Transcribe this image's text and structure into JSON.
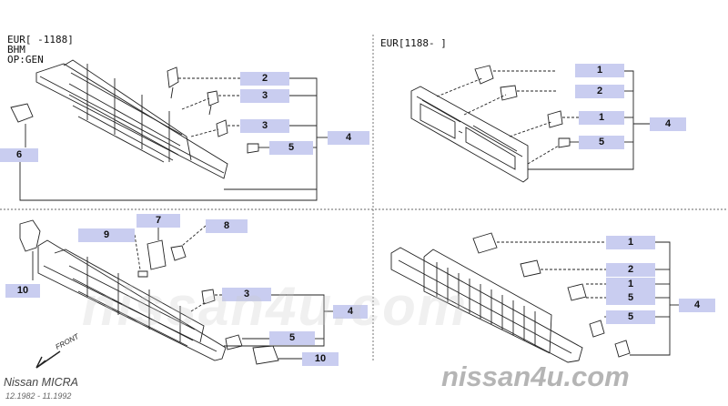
{
  "headers": {
    "tl_line1": "EUR[ -1188]",
    "tl_line2": "BHM",
    "tl_line3": "OP:GEN",
    "tr_line1": "EUR[1188- ]"
  },
  "callouts": {
    "tl": [
      "2",
      "3",
      "3",
      "5",
      "4",
      "6"
    ],
    "tr": [
      "1",
      "2",
      "1",
      "5",
      "4"
    ],
    "bl": [
      "7",
      "8",
      "9",
      "10",
      "3",
      "4",
      "5",
      "10"
    ],
    "br": [
      "1",
      "2",
      "1",
      "5",
      "5",
      "4"
    ]
  },
  "watermarks": {
    "big": "nissan4u.com",
    "small": "nissan4u.com"
  },
  "footer": {
    "brand": "Nissan MICRA",
    "dates": "12.1982 - 11.1992",
    "front_label": "FRONT"
  },
  "colors": {
    "callout_bg": "#c9cdf0",
    "ink": "#111111"
  }
}
